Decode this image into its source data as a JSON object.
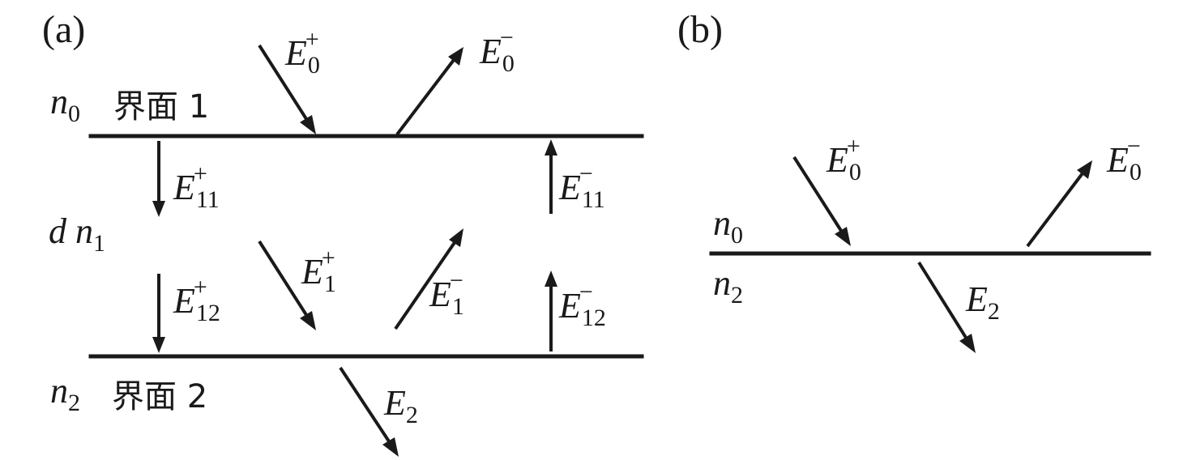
{
  "panel_a": {
    "label": "(a)",
    "interface1_text": "界面 1",
    "interface2_text": "界面 2",
    "media": [
      {
        "symbol": "n",
        "sub": "0"
      },
      {
        "prefix": "d ",
        "symbol": "n",
        "sub": "1"
      },
      {
        "symbol": "n",
        "sub": "2"
      }
    ],
    "fields": [
      {
        "symbol": "E",
        "sub": "0",
        "sup": "+"
      },
      {
        "symbol": "E",
        "sub": "0",
        "sup": "−"
      },
      {
        "symbol": "E",
        "sub": "11",
        "sup": "+"
      },
      {
        "symbol": "E",
        "sub": "11",
        "sup": "−"
      },
      {
        "symbol": "E",
        "sub": "1",
        "sup": "+"
      },
      {
        "symbol": "E",
        "sub": "1",
        "sup": "−"
      },
      {
        "symbol": "E",
        "sub": "12",
        "sup": "+"
      },
      {
        "symbol": "E",
        "sub": "12",
        "sup": "−"
      },
      {
        "symbol": "E",
        "sub": "2",
        "sup": ""
      }
    ]
  },
  "panel_b": {
    "label": "(b)",
    "media": [
      {
        "symbol": "n",
        "sub": "0"
      },
      {
        "symbol": "n",
        "sub": "2"
      }
    ],
    "fields": [
      {
        "symbol": "E",
        "sub": "0",
        "sup": "+"
      },
      {
        "symbol": "E",
        "sub": "0",
        "sup": "−"
      },
      {
        "symbol": "E",
        "sub": "2",
        "sup": ""
      }
    ]
  }
}
